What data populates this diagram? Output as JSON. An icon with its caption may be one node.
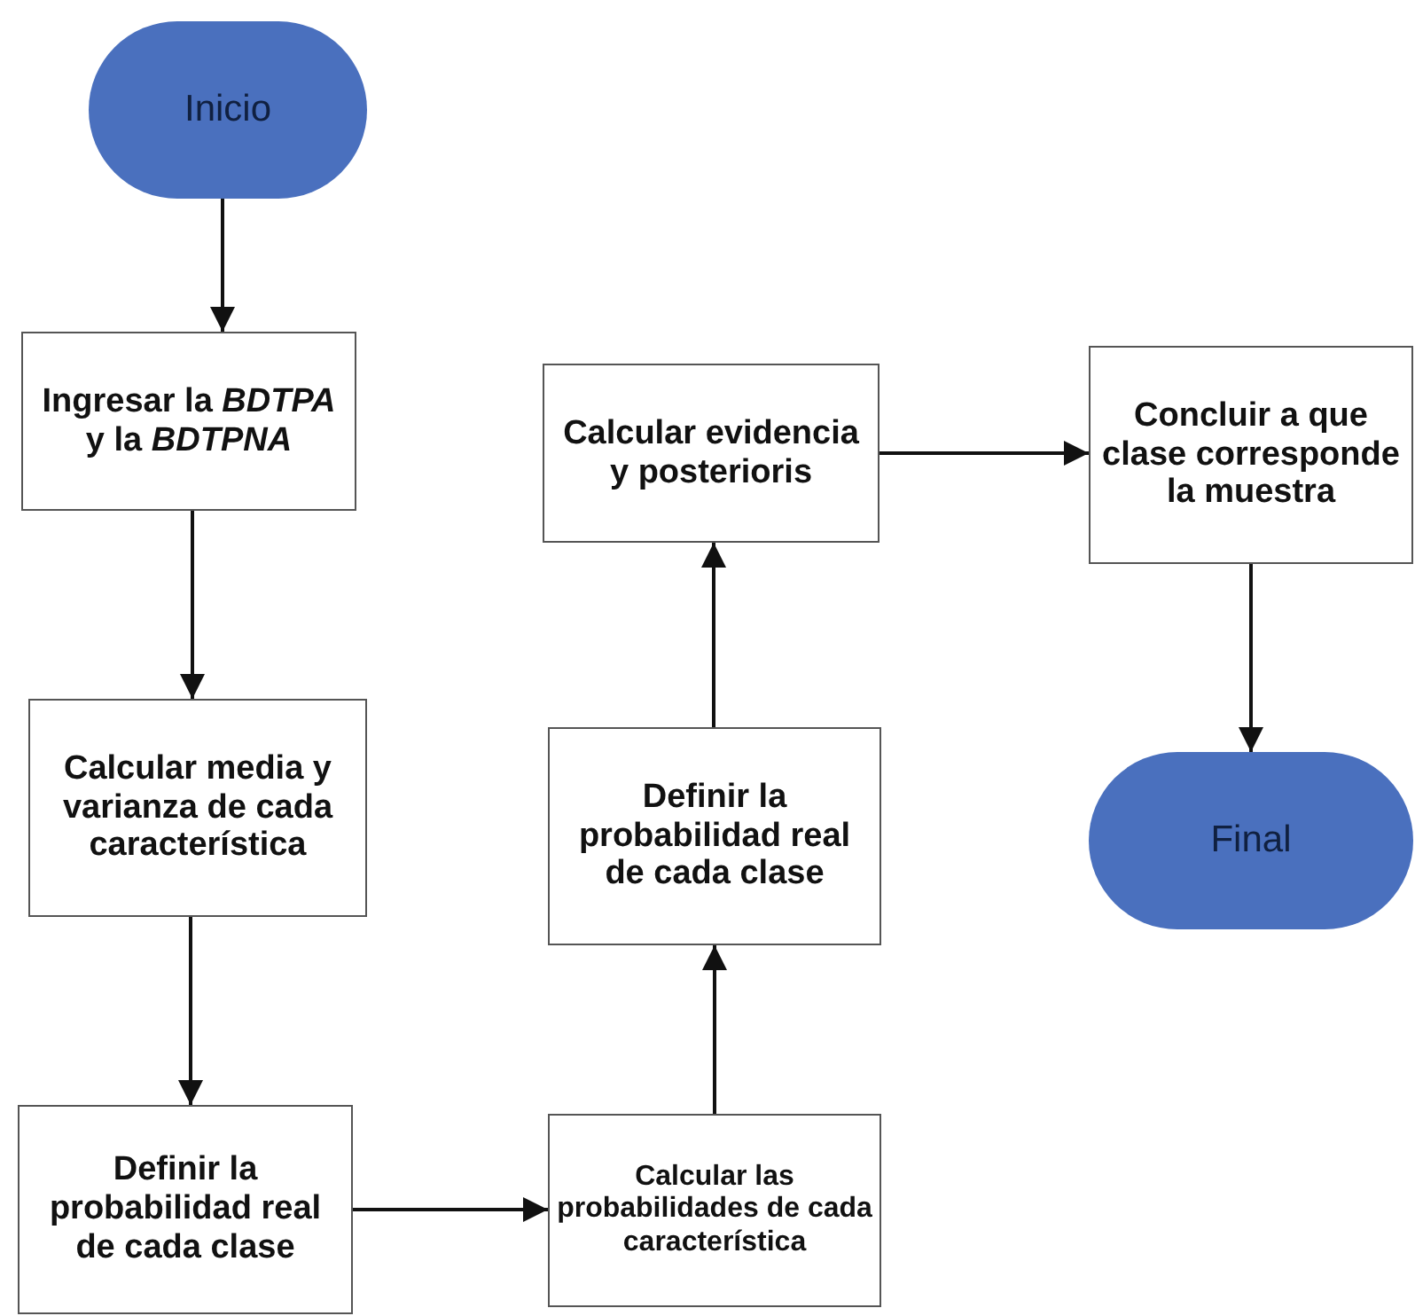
{
  "diagram": {
    "nodes": [
      {
        "text": [
          "Inicio"
        ]
      },
      {
        "text": [
          "Ingresar la *BDTPA* y la *BDTPNA*"
        ]
      },
      {
        "text": [
          "Calcular media y varianza de cada característica"
        ]
      },
      {
        "text": [
          "Definir la probabilidad real de cada clase"
        ]
      },
      {
        "text": [
          "Calcular las probabilidades de cada característica"
        ]
      },
      {
        "text": [
          "Definir la probabilidad real de cada clase"
        ]
      },
      {
        "text": [
          "Calcular evidencia y posterioris"
        ]
      },
      {
        "text": [
          "Concluir a que clase corresponde la muestra"
        ]
      },
      {
        "text": [
          "Final"
        ]
      }
    ],
    "edges": [
      {
        "from": 0,
        "to": 1,
        "arrow": "to"
      },
      {
        "from": 1,
        "to": 2,
        "arrow": "to"
      },
      {
        "from": 2,
        "to": 3,
        "arrow": "to"
      },
      {
        "from": 3,
        "to": 4,
        "arrow": "to"
      },
      {
        "from": 4,
        "to": 5,
        "arrow": "to"
      },
      {
        "from": 5,
        "to": 6,
        "arrow": "to"
      },
      {
        "from": 6,
        "to": 7,
        "arrow": "to"
      },
      {
        "from": 7,
        "to": 8,
        "arrow": "to"
      }
    ]
  }
}
